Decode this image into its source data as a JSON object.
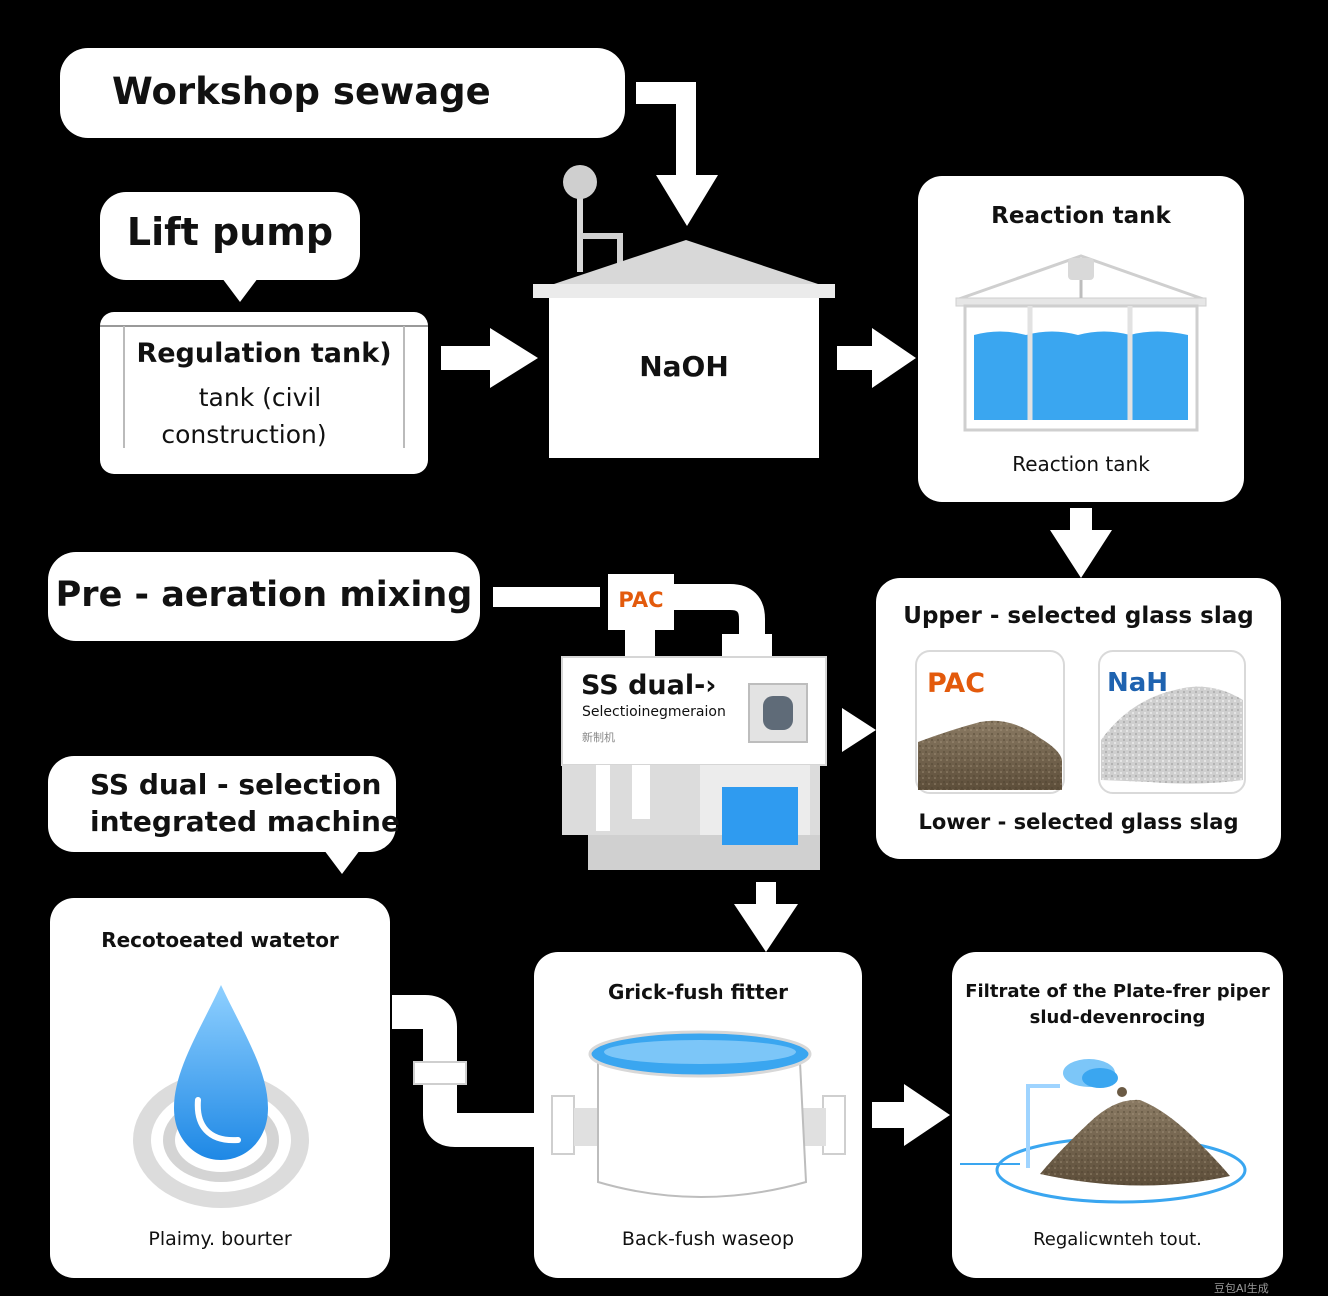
{
  "labels": {
    "workshop_sewage": "Workshop sewage",
    "lift_pump": "Lift pump",
    "regulation_tank_l1": "Regulation tank)",
    "regulation_tank_l2": "tank (civil",
    "regulation_tank_l3": "construction)",
    "dosing_tank": "NaOH",
    "reaction_tank_title": "Reaction tank",
    "reaction_tank_caption": "Reaction tank",
    "pre_aeration": "Pre - aeration mixing",
    "pac_tag": "PAC",
    "machine_title": "SS dual-›",
    "machine_subtitle": "Selectioinegmeraion",
    "machine_small": "新制机",
    "glass_upper": "Upper - selected glass slag",
    "sample_pac": "PAC",
    "sample_nah": "NaH",
    "glass_lower": "Lower - selected glass slag",
    "ss_dual_l1": "SS dual - selection",
    "ss_dual_l2": "integrated machine",
    "reclaimed_title": "Recotoeated watetor",
    "reclaimed_caption": "Plaimy. bourter",
    "filter_title": "Grick-fush fitter",
    "filter_caption": "Back-fush waseop",
    "plate_title_l1": "Filtrate of the Plate-frer  piper",
    "plate_title_l2": "slud-devenrocing",
    "plate_caption": "Regalicwnteh tout.",
    "watermark": "豆包AI生成"
  },
  "icons": {
    "arrows": "arrow-icon",
    "droplet": "water-drop-icon",
    "sludge": "sludge-pile-icon"
  },
  "colors": {
    "background": "#000000",
    "water_blue": "#3aa6f0",
    "pac_orange": "#e35a0c",
    "nah_blue": "#1f63b0"
  }
}
